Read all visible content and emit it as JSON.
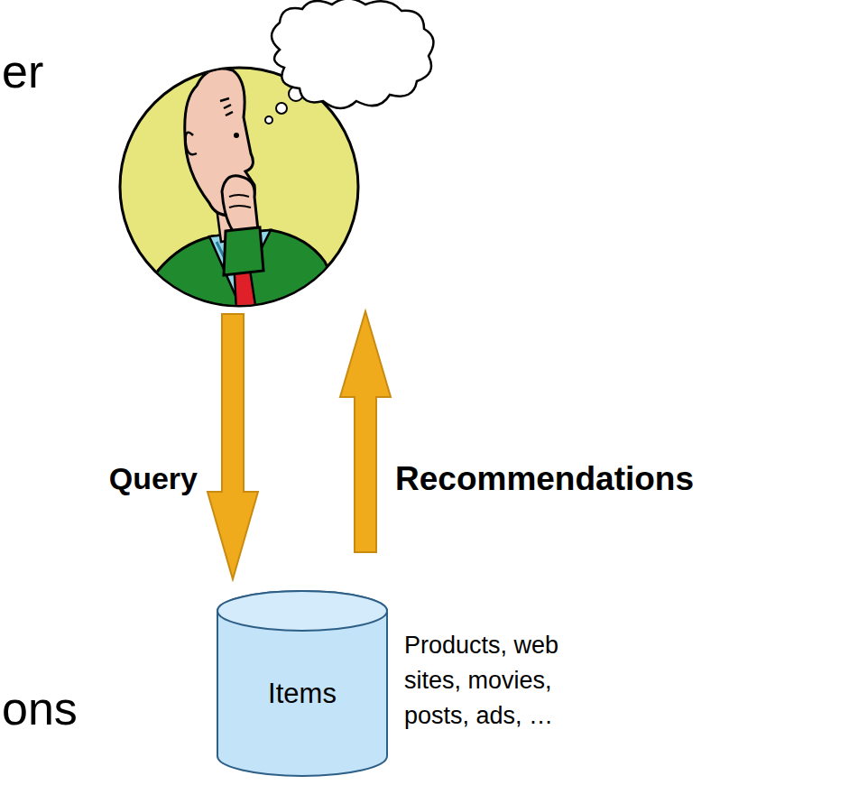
{
  "diagram": {
    "nodes": [
      {
        "text": [
          "Items"
        ]
      }
    ],
    "labels": [
      "er",
      "Query",
      "Recommendations",
      "Products, web sites, movies, posts, ads, …",
      "ons"
    ]
  }
}
